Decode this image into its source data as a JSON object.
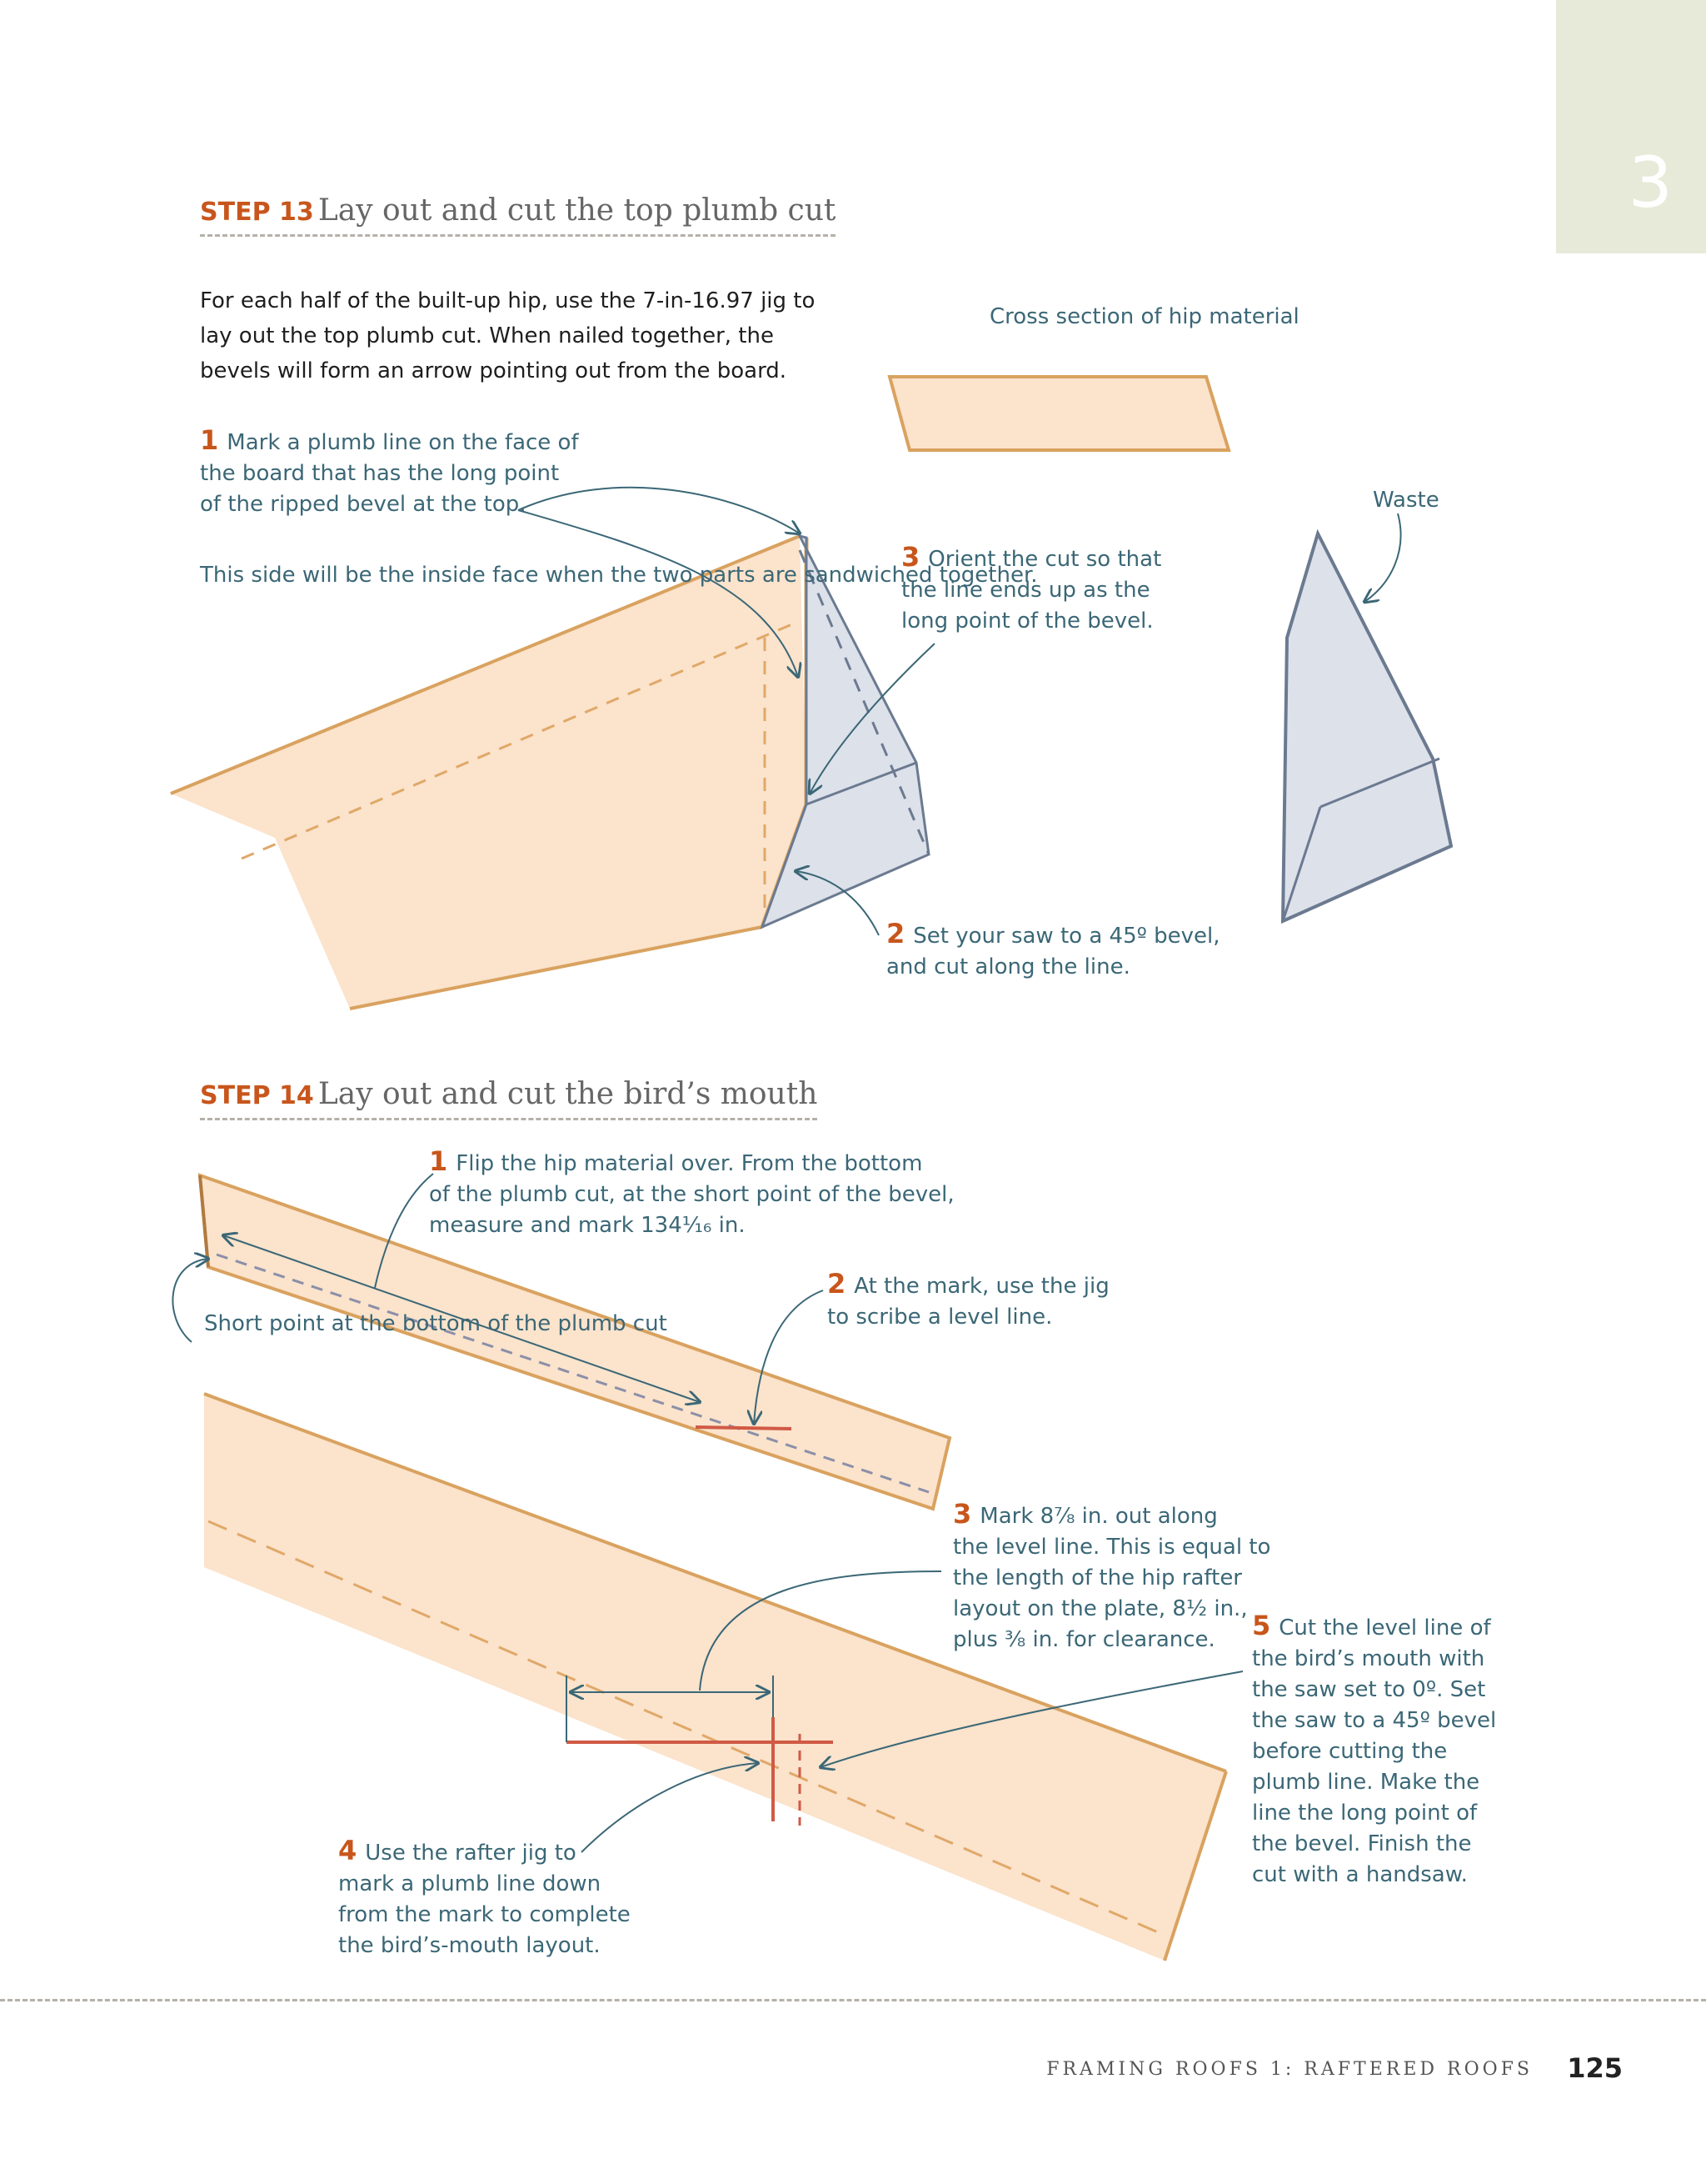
{
  "chapter": "3",
  "step13": {
    "label": "STEP 13",
    "title": "Lay out and cut the top plumb cut",
    "intro": "For each half of the built-up hip, use the 7-in-16.97 jig to lay out the top plumb cut. When nailed together, the bevels will form an arrow pointing out from the board.",
    "figure_cross_section": "Cross section of hip material",
    "figure_waste": "Waste",
    "note_inside": "This side will be the inside\nface when the two parts are\nsandwiched together.",
    "callouts": [
      {
        "num": "1",
        "text": "Mark a plumb line on the face of\nthe board that has the long point\nof the ripped bevel at the top."
      },
      {
        "num": "2",
        "text": "Set your saw to a 45º bevel,\nand cut along the line."
      },
      {
        "num": "3",
        "text": "Orient the cut so that\nthe line ends up as the\nlong point of the bevel."
      }
    ]
  },
  "step14": {
    "label": "STEP 14",
    "title": "Lay out and cut the bird’s mouth",
    "note_short_point": "Short point at\nthe bottom of the\nplumb cut",
    "callouts": [
      {
        "num": "1",
        "text": "Flip the hip material over. From the bottom\nof the plumb cut, at the short point of the bevel,\nmeasure and mark 134¹⁄₁₆ in."
      },
      {
        "num": "2",
        "text": "At the mark, use the jig\nto scribe a level line."
      },
      {
        "num": "3",
        "text": "Mark 8⁷⁄₈ in. out along\nthe level line. This is equal to\nthe length of the hip rafter\nlayout on the plate, 8½ in.,\nplus ³⁄₈ in. for clearance."
      },
      {
        "num": "4",
        "text": "Use the rafter jig to\nmark a plumb line down\nfrom the mark to complete\nthe bird’s-mouth layout."
      },
      {
        "num": "5",
        "text": "Cut the level line of\nthe bird’s mouth with\nthe saw set to 0º. Set\nthe saw to a 45º bevel\nbefore cutting the\nplumb line. Make the\nline the long point of\nthe bevel. Finish the\ncut with a handsaw."
      }
    ]
  },
  "footer": {
    "running_title": "Framing Roofs 1: Raftered Roofs",
    "page": "125"
  },
  "colors": {
    "accent": "#c8561c",
    "callout_text": "#3b6776",
    "wood_fill": "#fbe3cc",
    "wood_edge": "#d9a25f",
    "waste_fill": "#dde1ea",
    "waste_edge": "#6b7a90",
    "leader": "#3b6776",
    "red_line": "#d05a45"
  }
}
